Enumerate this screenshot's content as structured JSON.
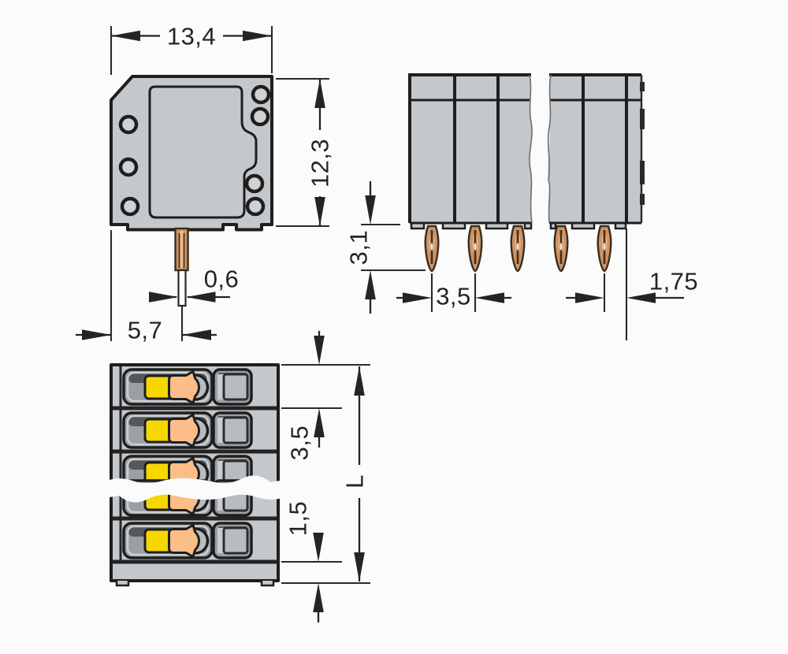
{
  "drawing": {
    "kind": "dimensional-drawing",
    "views": [
      "side",
      "front",
      "top"
    ]
  },
  "views": {
    "side": {
      "dims": {
        "width": "13,4",
        "height": "12,3",
        "pin_width": "0,6",
        "pin_offset": "5,7"
      }
    },
    "front": {
      "dims": {
        "pin_length": "3,1",
        "pin_pitch": "3,5",
        "end_offset": "1,75"
      }
    },
    "top": {
      "dims": {
        "pole_pitch": "3,5",
        "end_wall": "1,5",
        "total_length": "L"
      }
    }
  },
  "colors": {
    "background": "#fbfbfb",
    "body_gray": "#c5c8cb",
    "recess_gray": "#9ba0a4",
    "inner_gray": "#b8bcbf",
    "outline": "#1e1e1e",
    "copper": "#cf9366",
    "button_yellow": "#f6d700",
    "lever_orange": "#fbbe88"
  }
}
